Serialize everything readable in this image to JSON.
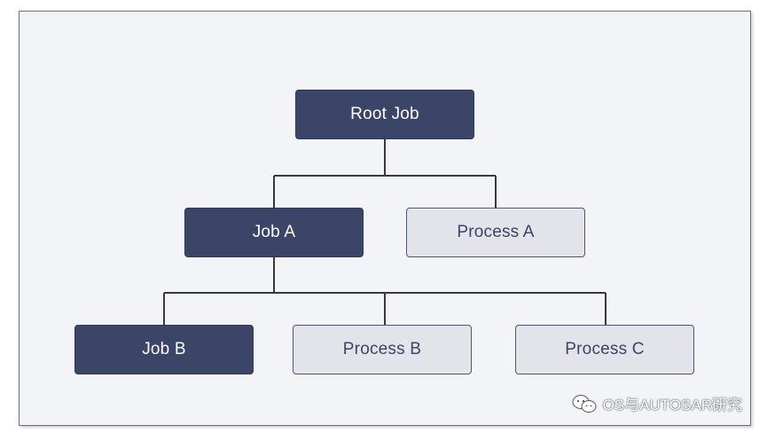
{
  "diagram": {
    "nodes": {
      "root_job": "Root Job",
      "job_a": "Job A",
      "process_a": "Process A",
      "job_b": "Job B",
      "process_b": "Process B",
      "process_c": "Process C"
    },
    "colors": {
      "job_fill": "#3b4568",
      "process_fill": "#e2e4e9",
      "connector": "#3a3a3a",
      "background": "#f3f4f7"
    }
  },
  "watermark": {
    "text": "OS与AUTOSAR研究",
    "icon": "wechat-icon"
  }
}
